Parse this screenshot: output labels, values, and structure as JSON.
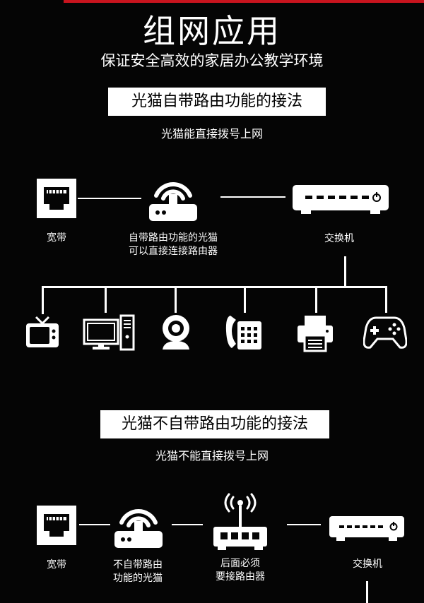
{
  "header": {
    "title": "组网应用",
    "subtitle": "保证安全高效的家居办公教学环境"
  },
  "section1": {
    "title": "光猫自带路由功能的接法",
    "desc": "光猫能直接拨号上网",
    "broadband_label": "宽带",
    "modem_label_line1": "自带路由功能的光猫",
    "modem_label_line2": "可以直接连接路由器",
    "switch_label": "交换机",
    "devices": [
      "tv-icon",
      "desktop-computer-icon",
      "webcam-icon",
      "telephone-icon",
      "printer-icon",
      "gamepad-icon"
    ]
  },
  "section2": {
    "title": "光猫不自带路由功能的接法",
    "desc": "光猫不能直接拨号上网",
    "broadband_label": "宽带",
    "modem_label_line1": "不自带路由",
    "modem_label_line2": "功能的光猫",
    "router_label_line1": "后面必须",
    "router_label_line2": "要接路由器",
    "switch_label": "交换机"
  },
  "colors": {
    "background": "#050505",
    "foreground": "#ffffff",
    "accent": "#c8141e"
  }
}
